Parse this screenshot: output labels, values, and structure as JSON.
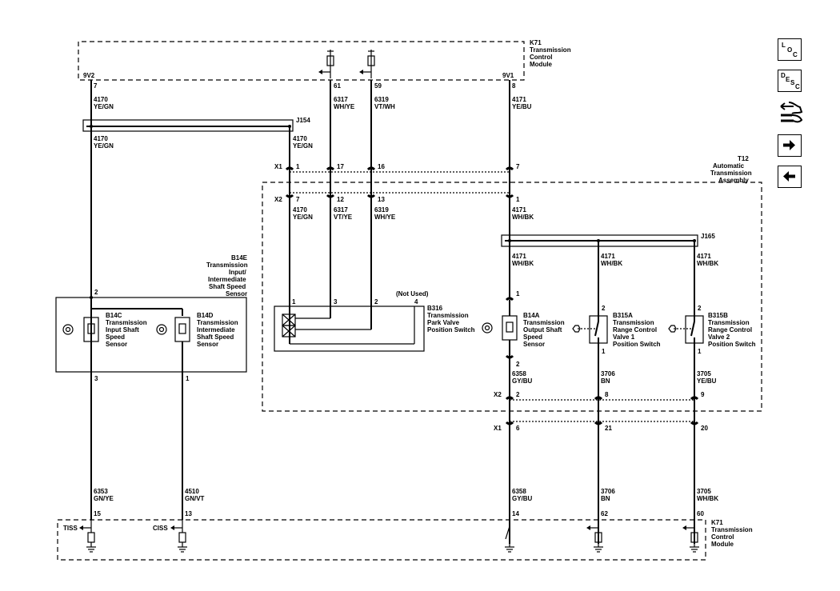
{
  "modules": {
    "k71_top": [
      "K71",
      "Transmission",
      "Control",
      "Module"
    ],
    "k71_bottom": [
      "K71",
      "Transmission",
      "Control",
      "Module"
    ],
    "t12": [
      "T12",
      "Automatic",
      "Transmission",
      "Assembly"
    ],
    "b14e": [
      "B14E",
      "Transmission",
      "Input/",
      "Intermediate",
      "Shaft Speed",
      "Sensor"
    ]
  },
  "connectors": {
    "c9v2": "9V2",
    "c9v1": "9V1",
    "x1": "X1",
    "x2": "X2",
    "x2b": "X2",
    "x1b": "X1"
  },
  "splices": {
    "j154": "J154",
    "j165": "J165"
  },
  "top_pins": {
    "p7": "7",
    "p61": "61",
    "p59": "59",
    "p8": "8"
  },
  "wires": {
    "w4170a": [
      "4170",
      "YE/GN"
    ],
    "w4170b": [
      "4170",
      "YE/GN"
    ],
    "w4170c": [
      "4170",
      "YE/GN"
    ],
    "w4170d": [
      "4170",
      "YE/GN"
    ],
    "w6317a": [
      "6317",
      "WH/YE"
    ],
    "w6317b": [
      "6317",
      "VT/YE"
    ],
    "w6319a": [
      "6319",
      "VT/WH"
    ],
    "w6319b": [
      "6319",
      "WH/YE"
    ],
    "w4171a": [
      "4171",
      "YE/BU"
    ],
    "w4171b": [
      "4171",
      "WH/BK"
    ],
    "w4171c": [
      "4171",
      "WH/BK"
    ],
    "w4171d": [
      "4171",
      "WH/BK"
    ],
    "w4171e": [
      "4171",
      "WH/BK"
    ],
    "w6358a": [
      "6358",
      "GY/BU"
    ],
    "w6358b": [
      "6358",
      "GY/BU"
    ],
    "w3706a": [
      "3706",
      "BN"
    ],
    "w3706b": [
      "3706",
      "BN"
    ],
    "w3705a": [
      "3705",
      "YE/BU"
    ],
    "w3705b": [
      "3705",
      "WH/BK"
    ],
    "w6353": [
      "6353",
      "GN/YE"
    ],
    "w4510": [
      "4510",
      "GN/VT"
    ]
  },
  "x1_pins": {
    "a": "1",
    "b": "17",
    "c": "16",
    "d": "7"
  },
  "x2_pins": {
    "a": "7",
    "b": "12",
    "c": "13",
    "d": "1"
  },
  "x2b_pins": {
    "a": "2",
    "b": "8",
    "c": "9"
  },
  "x1b_pins": {
    "a": "6",
    "b": "21",
    "c": "20"
  },
  "components": {
    "b14c": [
      "B14C",
      "Transmission",
      "Input Shaft",
      "Speed",
      "Sensor"
    ],
    "b14d": [
      "B14D",
      "Transmission",
      "Intermediate",
      "Shaft Speed",
      "Sensor"
    ],
    "b316": [
      "B316",
      "Transmission",
      "Park Valve",
      "Position Switch"
    ],
    "b14a": [
      "B14A",
      "Transmission",
      "Output Shaft",
      "Speed",
      "Sensor"
    ],
    "b315a": [
      "B315A",
      "Transmission",
      "Range Control",
      "Valve 1",
      "Position Switch"
    ],
    "b315b": [
      "B315B",
      "Transmission",
      "Range Control",
      "Valve 2",
      "Position Switch"
    ]
  },
  "not_used": "(Not Used)",
  "comp_pins": {
    "b14e_2": "2",
    "b14e_3": "3",
    "b14e_1": "1",
    "b316_1": "1",
    "b316_3": "3",
    "b316_2": "2",
    "b316_4": "4",
    "b14a_1": "1",
    "b14a_2": "2",
    "b315a_2": "2",
    "b315a_1": "1",
    "b315b_2": "2",
    "b315b_1": "1"
  },
  "bottom_pins": {
    "p15": "15",
    "p13": "13",
    "p14": "14",
    "p62": "62",
    "p60": "60"
  },
  "signals": {
    "tiss": "TISS",
    "ciss": "CISS"
  },
  "side_buttons": {
    "loc": [
      "L",
      "O",
      "C"
    ],
    "desc": [
      "D",
      "E",
      "S",
      "C"
    ]
  }
}
